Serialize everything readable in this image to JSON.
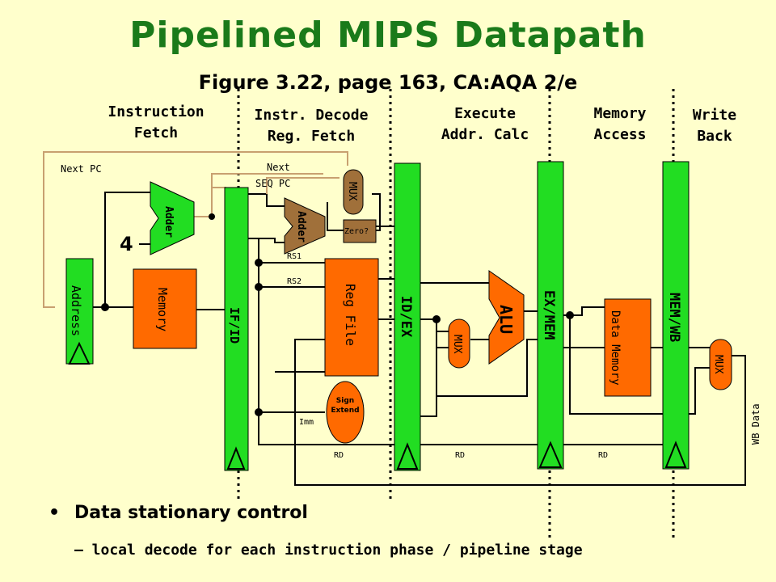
{
  "title": "Pipelined MIPS Datapath",
  "subtitle": "Figure 3.22, page 163, CA:AQA 2/e",
  "stages": {
    "fetch": [
      "Instruction",
      "Fetch"
    ],
    "decode": [
      "Instr. Decode",
      "Reg. Fetch"
    ],
    "execute": [
      "Execute",
      "Addr. Calc"
    ],
    "memory": [
      "Memory",
      "Access"
    ],
    "writeback": [
      "Write",
      "Back"
    ]
  },
  "labels": {
    "next_pc": "Next PC",
    "next_seq_pc_1": "Next",
    "next_seq_pc_2": "SEQ PC",
    "four": "4",
    "adder": "Adder",
    "address": "Address",
    "memory": "Memory",
    "if_id": "IF/ID",
    "id_ex": "ID/EX",
    "ex_mem": "EX/MEM",
    "mem_wb": "MEM/WB",
    "mux": "MUX",
    "zero": "Zero?",
    "rs1": "RS1",
    "rs2": "RS2",
    "reg_file": "Reg File",
    "sign_extend_1": "Sign",
    "sign_extend_2": "Extend",
    "imm": "Imm",
    "alu": "ALU",
    "data_memory_1": "Data",
    "data_memory_2": "Memory",
    "rd": "RD",
    "wb_data": "WB Data"
  },
  "bullets": {
    "main": "Data stationary control",
    "sub": "– local decode for each instruction phase / pipeline stage"
  },
  "colors": {
    "title": "#1a7a1a",
    "background": "#ffffcc",
    "register": "#22dd22",
    "unit_orange": "#ff6a00",
    "unit_brown": "#a0703a"
  }
}
